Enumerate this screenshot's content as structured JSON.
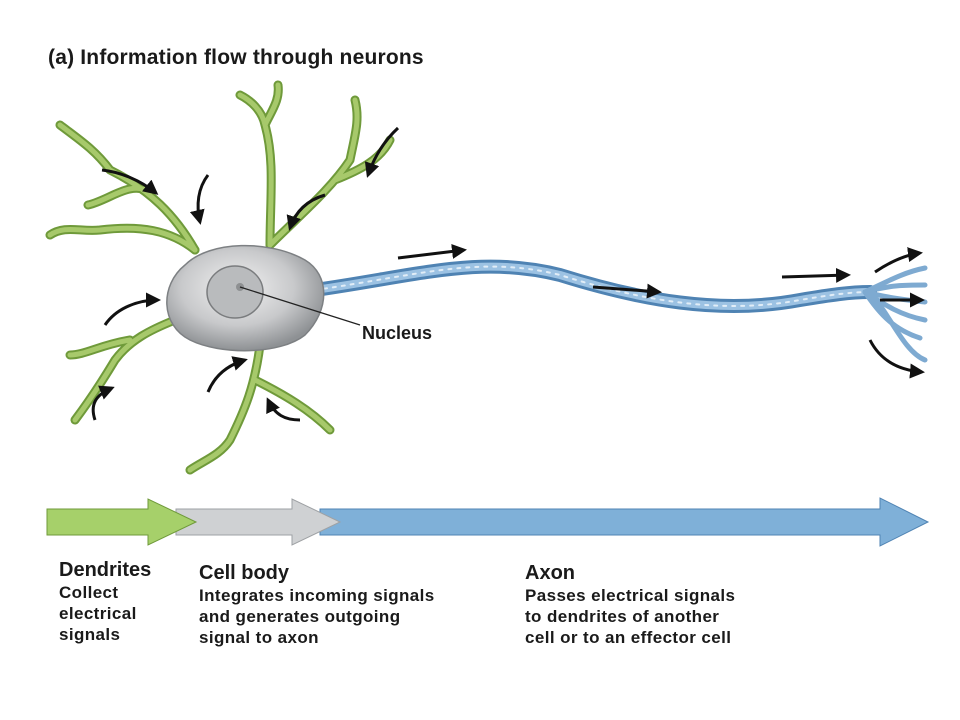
{
  "title": {
    "part": "(a)",
    "text": "Information flow through neurons"
  },
  "nucleus_label": "Nucleus",
  "sections": [
    {
      "heading": "Dendrites",
      "description": "Collect\nelectrical\nsignals"
    },
    {
      "heading": "Cell body",
      "description": "Integrates incoming signals\nand generates outgoing\nsignal to axon"
    },
    {
      "heading": "Axon",
      "description": "Passes electrical signals\nto dendrites of another\ncell or to an effector cell"
    }
  ],
  "colors": {
    "dendrite": "#9cbf5a",
    "dendrite_dark": "#6f9a3a",
    "cell_body": "#c9cbcd",
    "axon": "#7eaad1",
    "axon_dark": "#4f83b3",
    "arrow_dendrites": "#a6d06a",
    "arrow_cellbody": "#cfd1d3",
    "arrow_axon": "#7fb0d8"
  }
}
